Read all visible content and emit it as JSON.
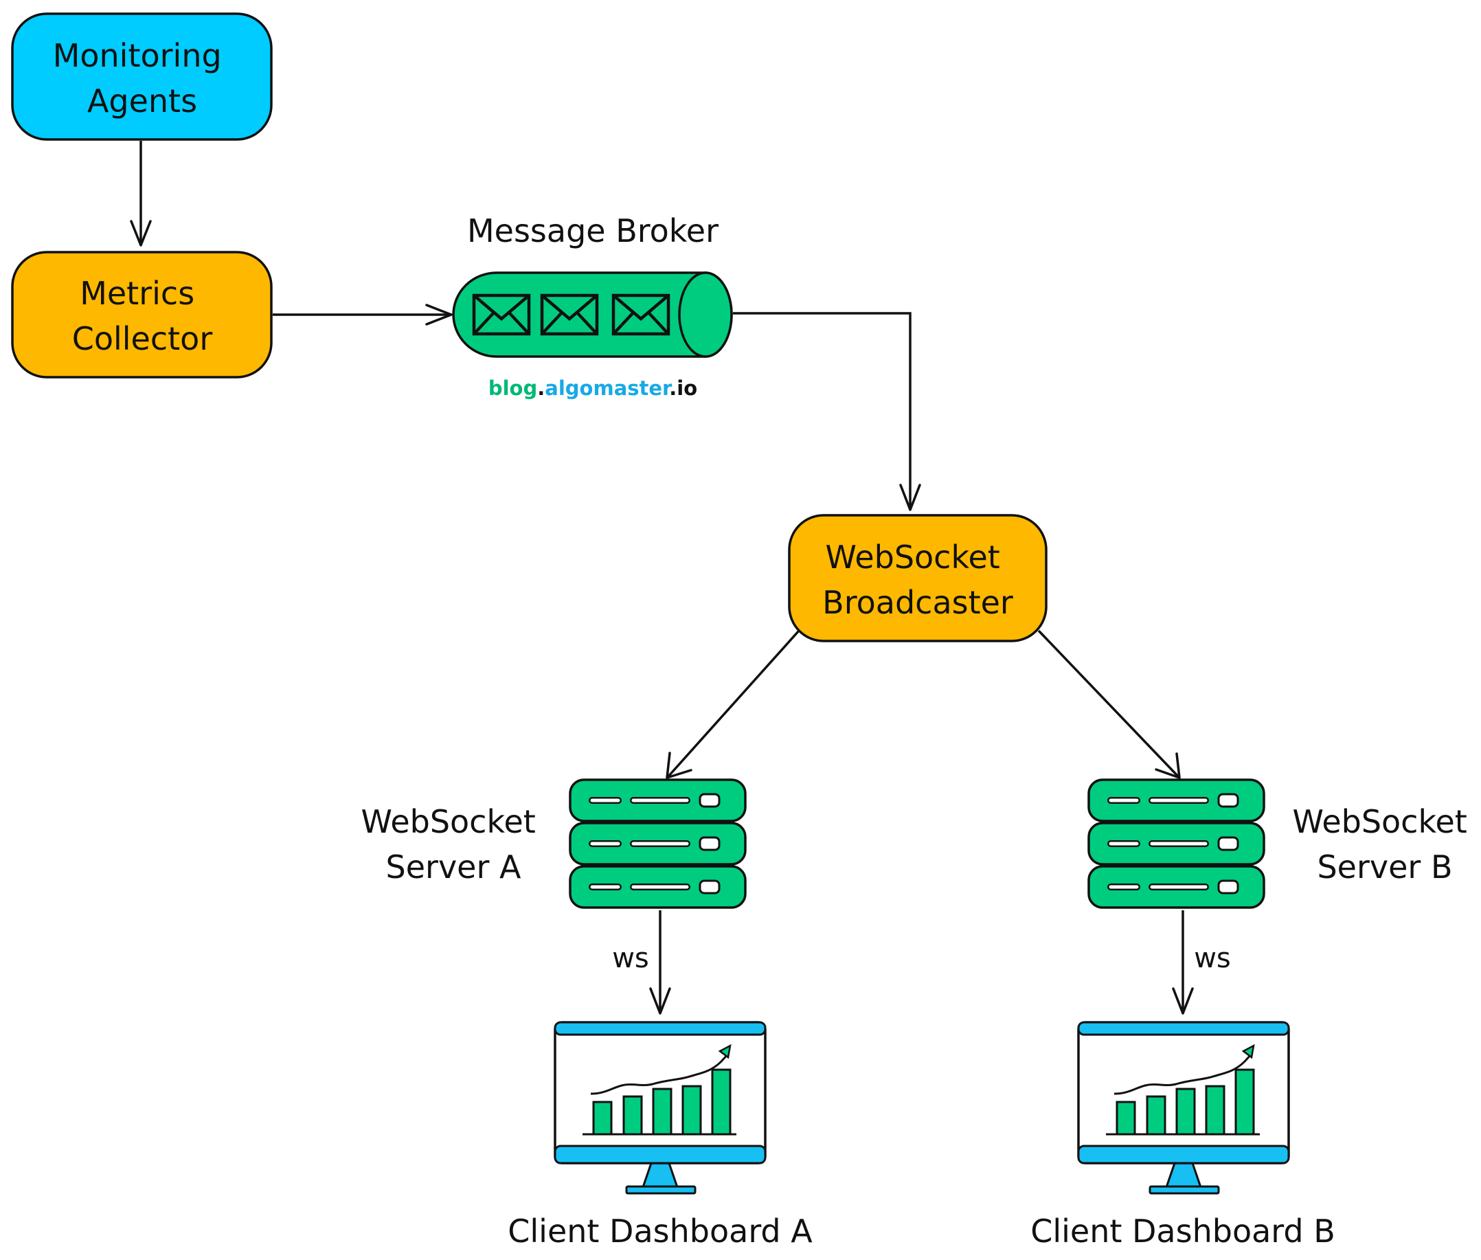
{
  "nodes": {
    "monitoring_agents": {
      "line1": "Monitoring",
      "line2": "Agents"
    },
    "metrics_collector": {
      "line1": "Metrics",
      "line2": "Collector"
    },
    "message_broker": {
      "label": "Message Broker"
    },
    "websocket_broadcaster": {
      "line1": "WebSocket",
      "line2": "Broadcaster"
    },
    "websocket_server_a": {
      "line1": "WebSocket",
      "line2": "Server A"
    },
    "websocket_server_b": {
      "line1": "WebSocket",
      "line2": "Server B"
    },
    "client_dashboard_a": {
      "label": "Client Dashboard A"
    },
    "client_dashboard_b": {
      "label": "Client Dashboard B"
    }
  },
  "edges": {
    "server_a_to_dashboard_a": {
      "label": "ws"
    },
    "server_b_to_dashboard_b": {
      "label": "ws"
    }
  },
  "watermark": {
    "part1": "blog",
    "dot1": ".",
    "part2": "algomaster",
    "part3": ".io"
  },
  "colors": {
    "cyan": "#00CCFF",
    "orange": "#FFB800",
    "green": "#00CC80",
    "outline": "#111111"
  },
  "icons": {
    "broker": "message-queue-envelopes-icon",
    "server": "server-rack-icon",
    "dashboard": "monitor-chart-icon"
  }
}
